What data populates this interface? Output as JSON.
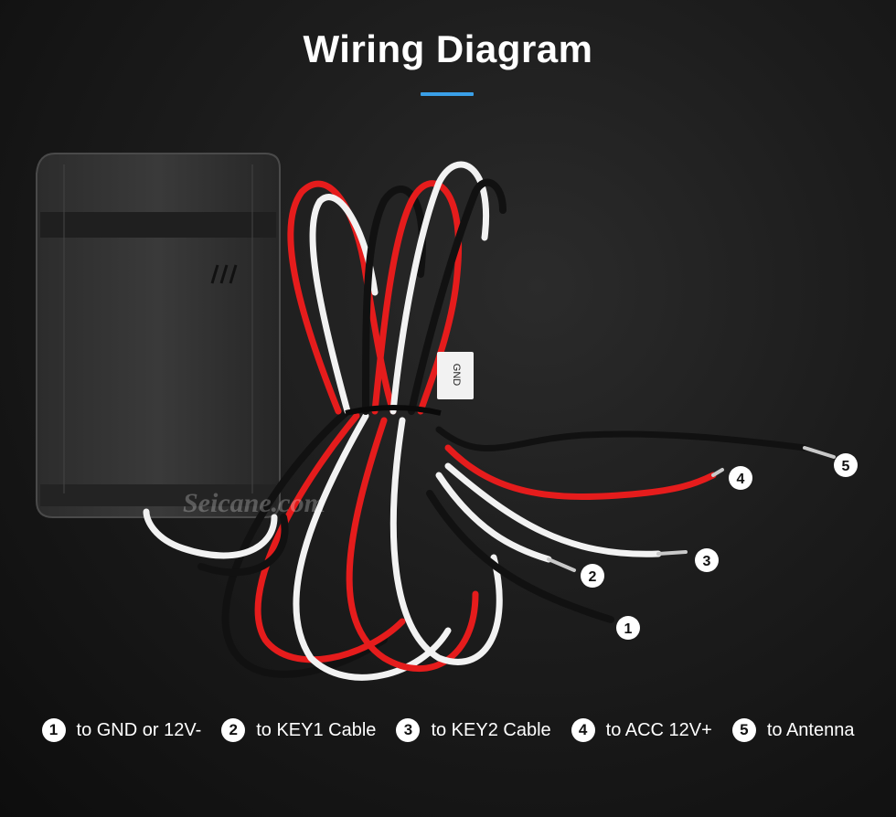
{
  "header": {
    "title": "Wiring Diagram",
    "accent_color": "#3aa0e8"
  },
  "device": {
    "label_gnd": "GND"
  },
  "watermark": "Seicane.com",
  "callouts": [
    "5",
    "4",
    "3",
    "2",
    "1"
  ],
  "legend": [
    {
      "num": "1",
      "text": "to GND or 12V-"
    },
    {
      "num": "2",
      "text": "to KEY1 Cable"
    },
    {
      "num": "3",
      "text": "to KEY2 Cable"
    },
    {
      "num": "4",
      "text": "to ACC 12V+"
    },
    {
      "num": "5",
      "text": "to Antenna"
    }
  ]
}
